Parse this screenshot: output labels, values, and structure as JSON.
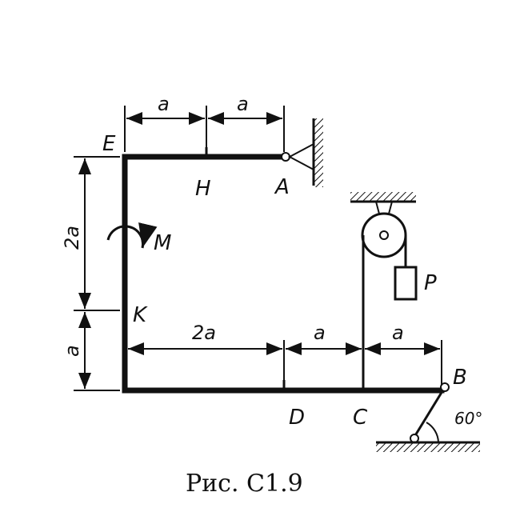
{
  "points": {
    "E": "E",
    "H": "H",
    "A": "A",
    "K": "K",
    "D": "D",
    "C": "C",
    "B": "B",
    "M": "M",
    "P": "P"
  },
  "dimensions": {
    "top_left": "a",
    "top_right": "a",
    "vert_upper": "2a",
    "vert_lower": "a",
    "bottom_1": "2a",
    "bottom_2": "a",
    "bottom_3": "a"
  },
  "angle": "60°",
  "caption": "Рис. С1.9"
}
